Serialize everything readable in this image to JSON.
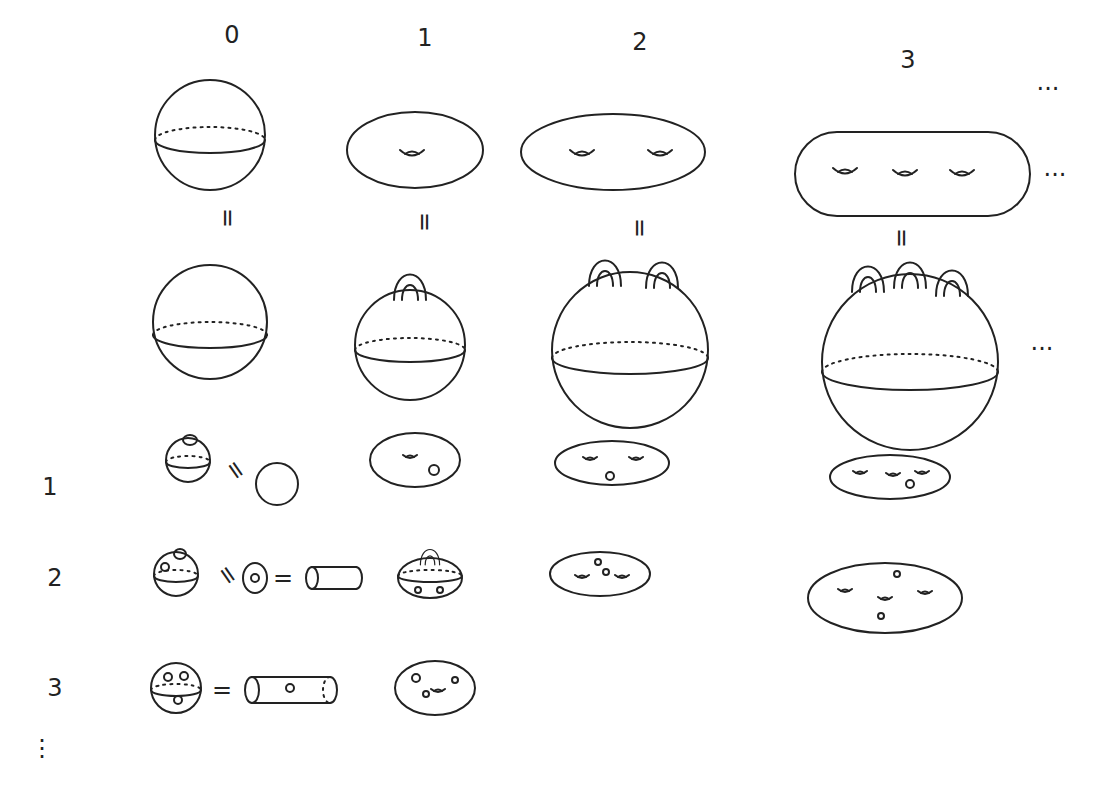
{
  "diagram": {
    "labels": [
      "0",
      "1",
      "2",
      "3",
      "...",
      "...",
      "=",
      "=",
      "=",
      "=",
      "...",
      "1",
      "=",
      "2",
      "=",
      "=",
      "3",
      "=",
      "⋮"
    ]
  }
}
